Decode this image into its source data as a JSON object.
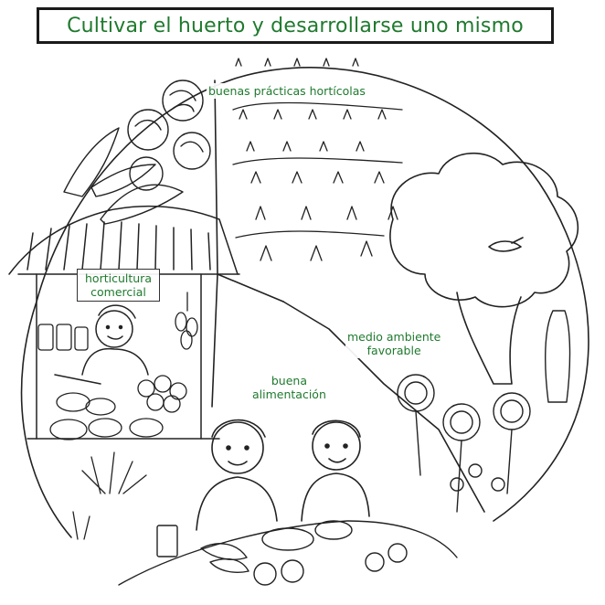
{
  "title": "Cultivar el huerto y desarrollarse uno mismo",
  "labels": {
    "buenas_practicas": "buenas prácticas hortícolas",
    "horticultura_line1": "horticultura",
    "horticultura_line2": "comercial",
    "medio_line1": "medio ambiente",
    "medio_line2": "favorable",
    "buena_line1": "buena",
    "buena_line2": "alimentación"
  },
  "colors": {
    "text_green": "#1f7a2e",
    "line": "#222222"
  }
}
